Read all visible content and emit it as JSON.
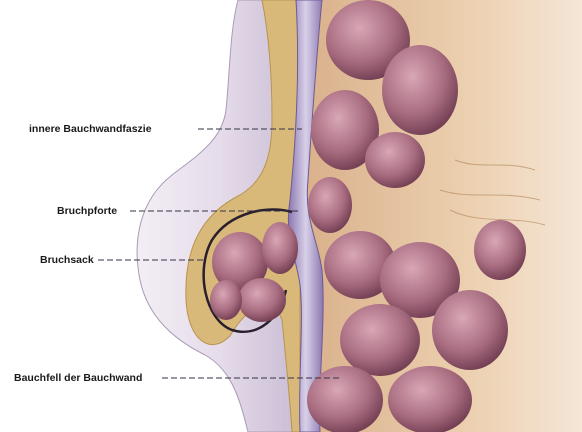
{
  "labels": {
    "inner_fascia": "innere Bauchwandfaszie",
    "hernial_gate": "Bruchpforte",
    "hernial_sac": "Bruchsack",
    "peritoneum": "Bauchfell der Bauchwand"
  },
  "colors": {
    "skin": "#ece6ef",
    "skin_shadow": "#b9aec4",
    "fat": "#d9b97a",
    "fascia": "#b49fc7",
    "intestine": "#b07a8c",
    "intestine_dark": "#7c4a5c",
    "background_tissue": "#e9c8a4",
    "leader_line": "#333344"
  }
}
